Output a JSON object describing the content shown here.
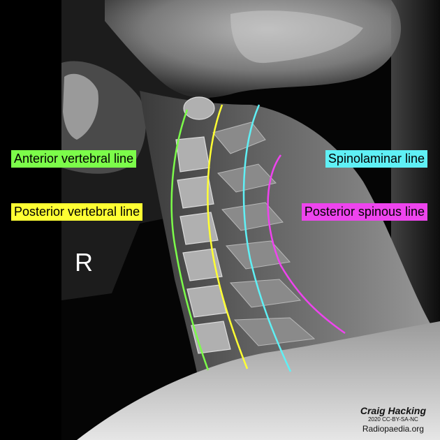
{
  "labels": {
    "anterior_vertebral": "Anterior vertebral line",
    "posterior_vertebral": "Posterior vertebral line",
    "spinolaminar": "Spinolaminar line",
    "posterior_spinous": "Posterior spinous line"
  },
  "side_marker": "R",
  "credit": {
    "author": "Craig Hacking",
    "license": "2020 CC-BY-SA-NC",
    "site": "Radiopaedia.org"
  },
  "colors": {
    "anterior_vertebral": "#7CFC4A",
    "posterior_vertebral": "#FFFF33",
    "spinolaminar": "#5FF0F5",
    "posterior_spinous": "#EE44EE",
    "background": "#000000",
    "soft_tissue": "#c8c8c8"
  }
}
